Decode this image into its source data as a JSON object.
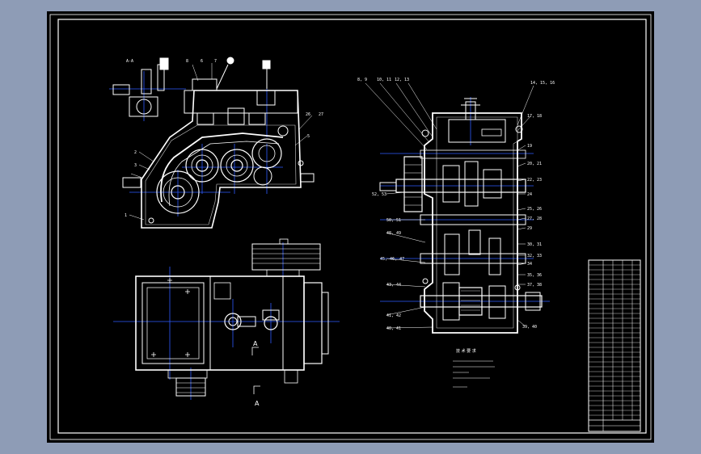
{
  "viewport": {
    "background": "#8e9cb6",
    "sheet_color": "#000000",
    "line_color": "#ffffff",
    "center_line_color": "#2e5cff",
    "hatch_color": "#cfcfcf"
  },
  "section_view": {
    "section_label": "A-A",
    "part_labels": [
      "8",
      "7",
      "6",
      "26",
      "27",
      "2",
      "3",
      "1",
      "5"
    ]
  },
  "plan_view": {
    "view_arrow_label": "A",
    "view_arrow_label_bottom": "A"
  },
  "gearbox_view": {
    "callouts_top": [
      "8, 9",
      "10, 11",
      "12, 13",
      "14, 15, 16",
      "17, 18"
    ],
    "callouts_right": [
      "19",
      "20, 21",
      "22, 23",
      "24",
      "25, 26",
      "27, 28",
      "29",
      "30, 31",
      "32, 33",
      "34",
      "35, 36",
      "37, 38",
      "39, 40"
    ],
    "callouts_left": [
      "52, 53",
      "50, 51",
      "48, 49",
      "45, 46, 47",
      "43, 44",
      "41, 42",
      "40, 41"
    ]
  },
  "notes": {
    "heading": "技 术 要 求"
  }
}
